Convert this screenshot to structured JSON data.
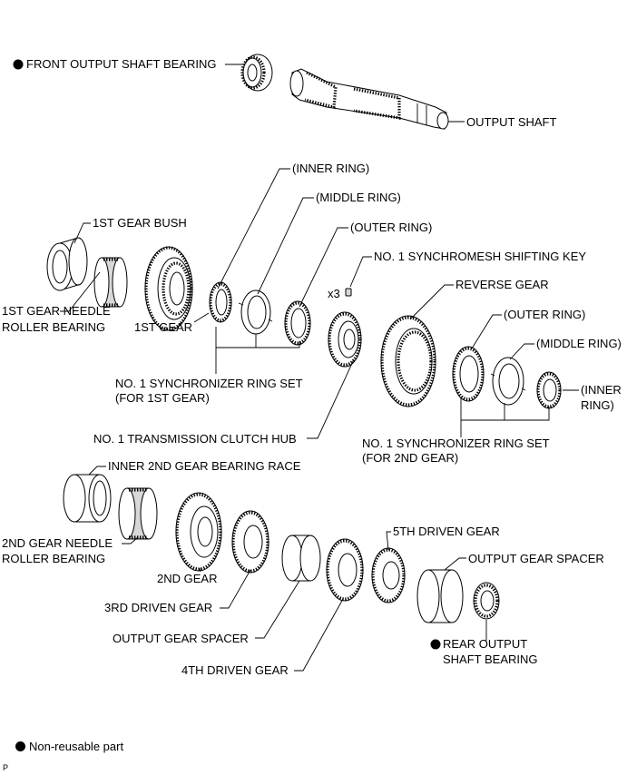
{
  "labels": {
    "front_output_shaft_bearing": "FRONT OUTPUT SHAFT BEARING",
    "output_shaft": "OUTPUT SHAFT",
    "inner_ring_1": "(INNER RING)",
    "middle_ring_1": "(MIDDLE RING)",
    "outer_ring_1": "(OUTER RING)",
    "first_gear_bush": "1ST GEAR BUSH",
    "synchromesh_key": "NO. 1 SYNCHROMESH SHIFTING KEY",
    "x3": "x3",
    "reverse_gear": "REVERSE GEAR",
    "outer_ring_2": "(OUTER RING)",
    "middle_ring_2": "(MIDDLE RING)",
    "inner_ring_2_l1": "(INNER",
    "inner_ring_2_l2": "RING)",
    "first_gear_needle_l1": "1ST GEAR NEEDLE",
    "first_gear_needle_l2": "ROLLER BEARING",
    "first_gear": "1ST GEAR",
    "sync_set_1_l1": "NO. 1 SYNCHRONIZER RING SET",
    "sync_set_1_l2": "(FOR 1ST GEAR)",
    "clutch_hub": "NO. 1 TRANSMISSION CLUTCH HUB",
    "sync_set_2_l1": "NO. 1 SYNCHRONIZER RING SET",
    "sync_set_2_l2": "(FOR 2ND GEAR)",
    "inner_2nd_race": "INNER 2ND GEAR BEARING RACE",
    "second_gear_needle_l1": "2ND GEAR NEEDLE",
    "second_gear_needle_l2": "ROLLER BEARING",
    "second_gear": "2ND GEAR",
    "third_driven_gear": "3RD DRIVEN GEAR",
    "fifth_driven_gear": "5TH DRIVEN GEAR",
    "output_gear_spacer_1": "OUTPUT GEAR SPACER",
    "output_gear_spacer_2": "OUTPUT GEAR SPACER",
    "rear_output_bearing_l1": "REAR OUTPUT",
    "rear_output_bearing_l2": "SHAFT BEARING",
    "fourth_driven_gear": "4TH DRIVEN GEAR"
  },
  "legend": {
    "text": "Non-reusable part"
  },
  "figure_code": "P"
}
